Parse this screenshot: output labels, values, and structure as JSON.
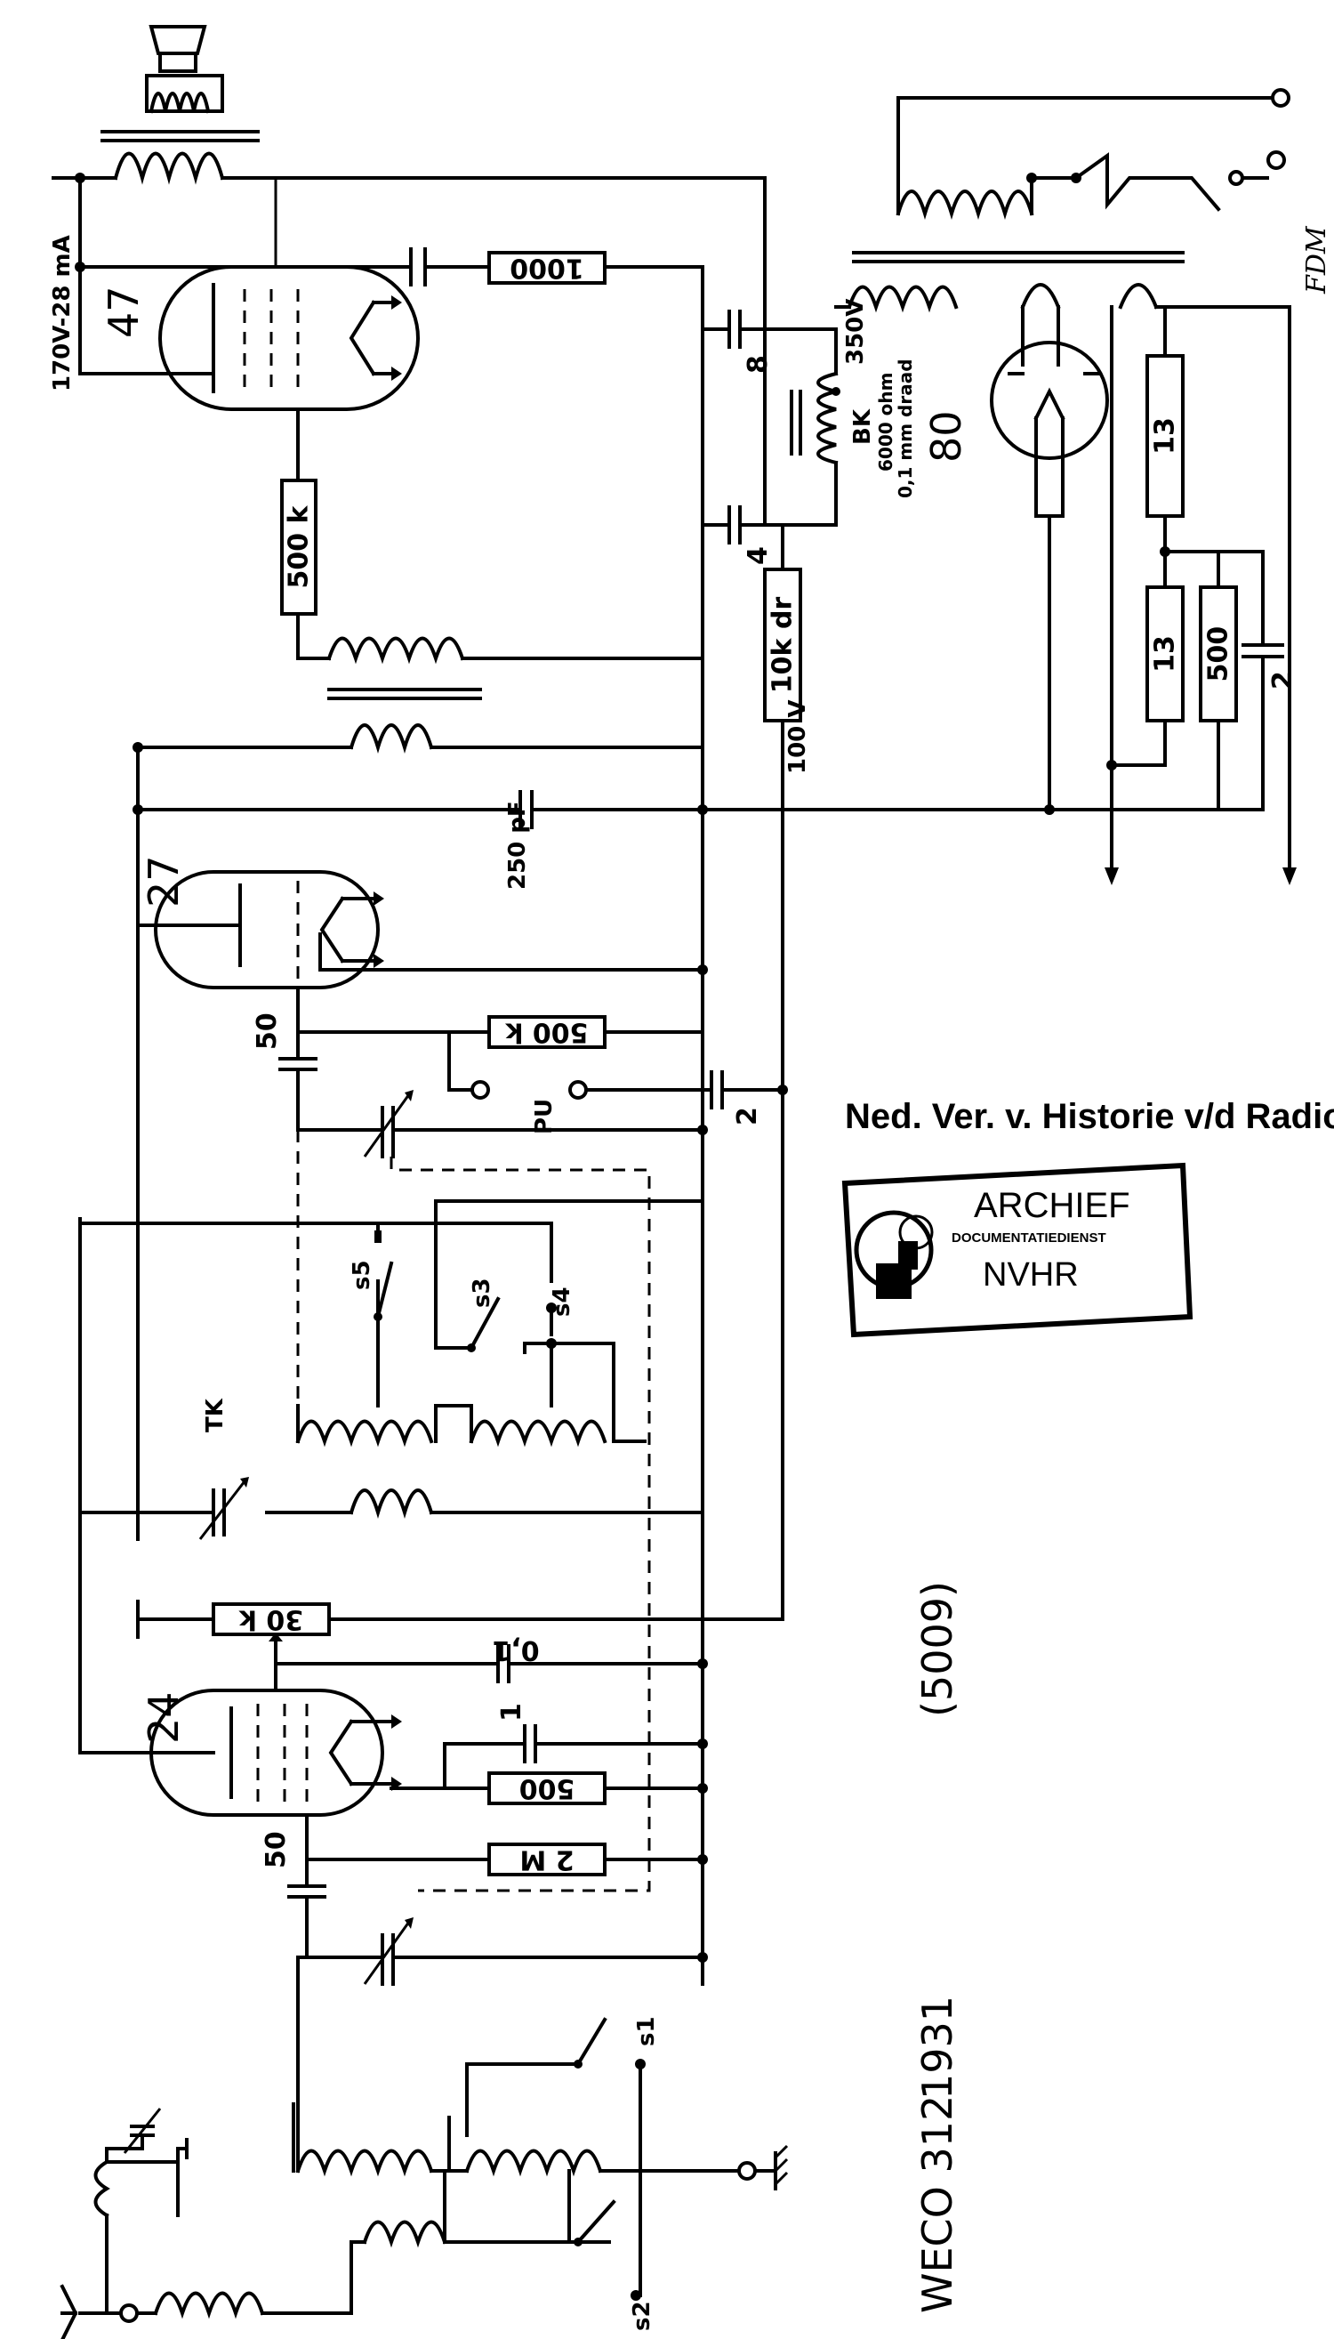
{
  "title": {
    "model": "WECO 312",
    "year": "1931",
    "code": "(5009)"
  },
  "archive": {
    "organization": "Ned. Ver. v. Historie v/d Radio",
    "stamp_line1": "ARCHIEF",
    "stamp_line2": "DOCUMENTATIEDIENST",
    "stamp_line3": "NVHR",
    "signature": "FDM"
  },
  "tubes": {
    "power": "47",
    "rectifier": "80",
    "detector": "27",
    "rf": "24"
  },
  "resistors": {
    "r_1000": "1000",
    "r_500k_grid": "500 k",
    "r_10k": "10k dr",
    "r_500k_det": "500 k",
    "r_30k": "30 k",
    "r_500": "500",
    "r_2m": "2 M",
    "r_13a": "13",
    "r_13b": "13",
    "r_500_ps": "500"
  },
  "capacitors": {
    "c_8": "8",
    "c_4": "4",
    "c_250pf": "250 pF",
    "c_50_det": "50",
    "c_2_pu": "2",
    "c_01": "0,1",
    "c_1": "1",
    "c_50_rf": "50",
    "c_2_ps": "2"
  },
  "annotations": {
    "speaker_supply": "170V-28 mA",
    "hv": "350V",
    "bk_name": "BK",
    "bk_spec1": "6000 ohm",
    "bk_spec2": "0,1 mm draad",
    "v100": "100 V",
    "pickup": "PU",
    "tk": "TK",
    "s1": "s1",
    "s2": "s2",
    "s3": "s3",
    "s4": "s4",
    "s5": "s5"
  }
}
